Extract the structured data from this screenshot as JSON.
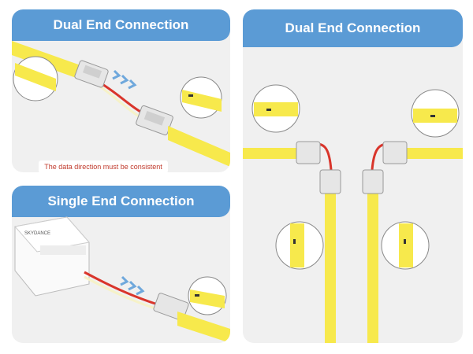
{
  "panels": {
    "top_left": {
      "title": "Dual End Connection",
      "note": "The data direction must be consistent"
    },
    "bottom_left": {
      "title": "Single End Connection",
      "controller_label": "SKYDANCE"
    },
    "right": {
      "title": "Dual End Connection"
    }
  },
  "colors": {
    "header": "#5b9bd5",
    "panel_bg": "#f0f0f0",
    "strip": "#f7e94c",
    "wire_red": "#d9352b",
    "wire_white": "#f6f2c8",
    "arrow": "#6fa8dc",
    "note_text": "#c0392b"
  }
}
